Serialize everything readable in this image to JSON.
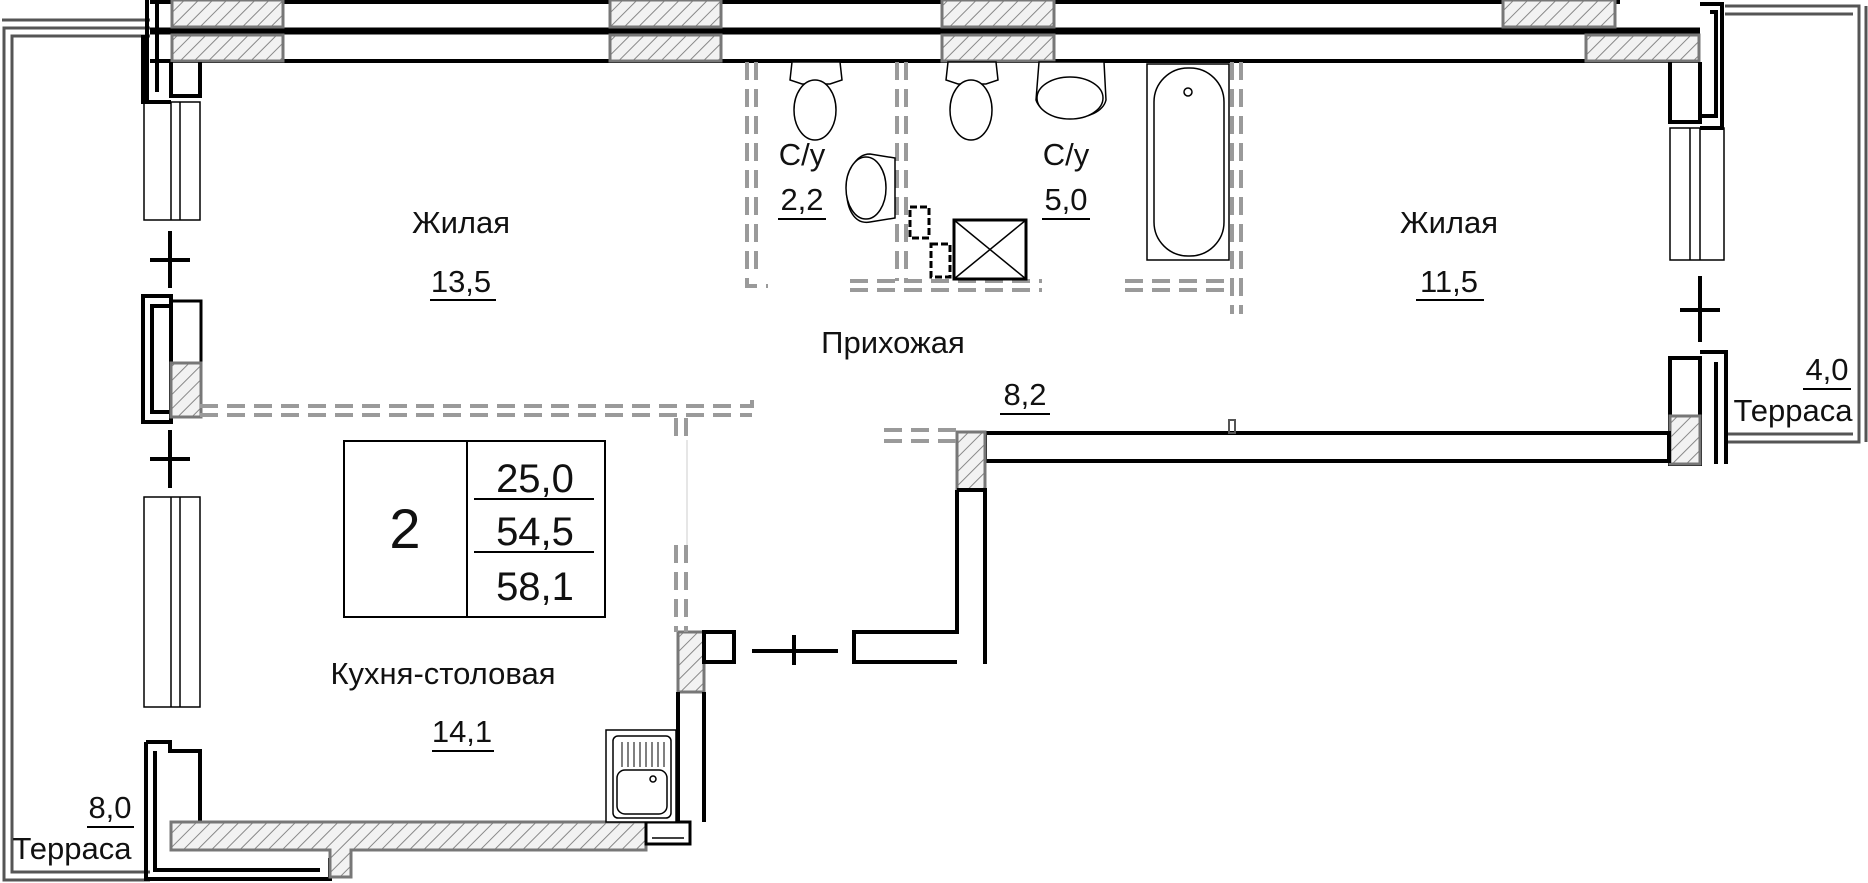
{
  "plan": {
    "apartment_rooms_count": "2",
    "areas": {
      "living_total": "25,0",
      "total": "54,5",
      "total_with_terraces": "58,1"
    },
    "rooms": [
      {
        "id": "living-left",
        "name": "Жилая",
        "area": "13,5"
      },
      {
        "id": "living-right",
        "name": "Жилая",
        "area": "11,5"
      },
      {
        "id": "bathroom-small",
        "name": "С/у",
        "area": "2,2"
      },
      {
        "id": "bathroom-large",
        "name": "С/у",
        "area": "5,0"
      },
      {
        "id": "hallway",
        "name": "Прихожая",
        "area": "8,2"
      },
      {
        "id": "kitchen-dining",
        "name": "Кухня-столовая",
        "area": "14,1"
      },
      {
        "id": "terrace-right",
        "name": "Терраса",
        "area": "4,0"
      },
      {
        "id": "terrace-left",
        "name": "Терраса",
        "area": "8,0"
      }
    ],
    "colors": {
      "wall": "#000000",
      "hatch": "#777777",
      "partition_dash": "#9a9a9a",
      "background": "#ffffff"
    }
  }
}
